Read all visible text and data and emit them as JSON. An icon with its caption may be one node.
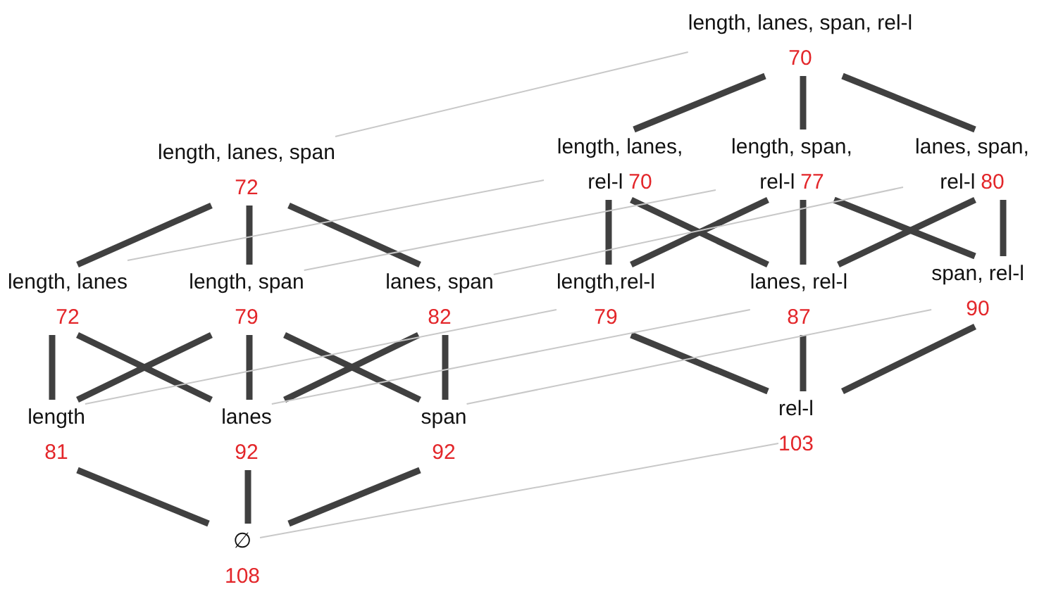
{
  "diagram": {
    "nodes": [
      {
        "text": [
          "length, lanes, span, rel-l",
          "70"
        ]
      },
      {
        "text": [
          "length, lanes, span",
          "72"
        ]
      },
      {
        "text": [
          "length, lanes, rel-l",
          "70"
        ]
      },
      {
        "text": [
          "length, span, rel-l",
          "77"
        ]
      },
      {
        "text": [
          "lanes, span, rel-l",
          "80"
        ]
      },
      {
        "text": [
          "length, lanes",
          "72"
        ]
      },
      {
        "text": [
          "length, span",
          "79"
        ]
      },
      {
        "text": [
          "lanes, span",
          "82"
        ]
      },
      {
        "text": [
          "length,rel-l",
          "79"
        ]
      },
      {
        "text": [
          "lanes, rel-l",
          "87"
        ]
      },
      {
        "text": [
          "span, rel-l",
          "90"
        ]
      },
      {
        "text": [
          "length",
          "81"
        ]
      },
      {
        "text": [
          "lanes",
          "92"
        ]
      },
      {
        "text": [
          "span",
          "92"
        ]
      },
      {
        "text": [
          "rel-l",
          "103"
        ]
      },
      {
        "text": [
          "∅",
          "108"
        ]
      }
    ],
    "edges": [
      {
        "from": 0,
        "to": 2,
        "arrow": "none"
      },
      {
        "from": 0,
        "to": 3,
        "arrow": "none"
      },
      {
        "from": 0,
        "to": 4,
        "arrow": "none"
      },
      {
        "from": 1,
        "to": 5,
        "arrow": "none"
      },
      {
        "from": 1,
        "to": 6,
        "arrow": "none"
      },
      {
        "from": 1,
        "to": 7,
        "arrow": "none"
      },
      {
        "from": 2,
        "to": 8,
        "arrow": "none"
      },
      {
        "from": 2,
        "to": 9,
        "arrow": "none"
      },
      {
        "from": 3,
        "to": 8,
        "arrow": "none"
      },
      {
        "from": 3,
        "to": 9,
        "arrow": "none"
      },
      {
        "from": 3,
        "to": 10,
        "arrow": "none"
      },
      {
        "from": 4,
        "to": 9,
        "arrow": "none"
      },
      {
        "from": 4,
        "to": 10,
        "arrow": "none"
      },
      {
        "from": 5,
        "to": 11,
        "arrow": "none"
      },
      {
        "from": 5,
        "to": 12,
        "arrow": "none"
      },
      {
        "from": 6,
        "to": 11,
        "arrow": "none"
      },
      {
        "from": 6,
        "to": 12,
        "arrow": "none"
      },
      {
        "from": 6,
        "to": 13,
        "arrow": "none"
      },
      {
        "from": 7,
        "to": 12,
        "arrow": "none"
      },
      {
        "from": 7,
        "to": 13,
        "arrow": "none"
      },
      {
        "from": 8,
        "to": 14,
        "arrow": "none"
      },
      {
        "from": 9,
        "to": 14,
        "arrow": "none"
      },
      {
        "from": 10,
        "to": 14,
        "arrow": "none"
      },
      {
        "from": 11,
        "to": 15,
        "arrow": "none"
      },
      {
        "from": 12,
        "to": 15,
        "arrow": "none"
      },
      {
        "from": 13,
        "to": 15,
        "arrow": "none"
      },
      {
        "from": 1,
        "to": 0,
        "arrow": "none",
        "color": "#c8c8c8"
      },
      {
        "from": 5,
        "to": 2,
        "arrow": "none",
        "color": "#c8c8c8"
      },
      {
        "from": 6,
        "to": 3,
        "arrow": "none",
        "color": "#c8c8c8"
      },
      {
        "from": 7,
        "to": 4,
        "arrow": "none",
        "color": "#c8c8c8"
      },
      {
        "from": 11,
        "to": 8,
        "arrow": "none",
        "color": "#c8c8c8"
      },
      {
        "from": 12,
        "to": 9,
        "arrow": "none",
        "color": "#c8c8c8"
      },
      {
        "from": 13,
        "to": 10,
        "arrow": "none",
        "color": "#c8c8c8"
      },
      {
        "from": 15,
        "to": 14,
        "arrow": "none",
        "color": "#c8c8c8"
      }
    ]
  }
}
